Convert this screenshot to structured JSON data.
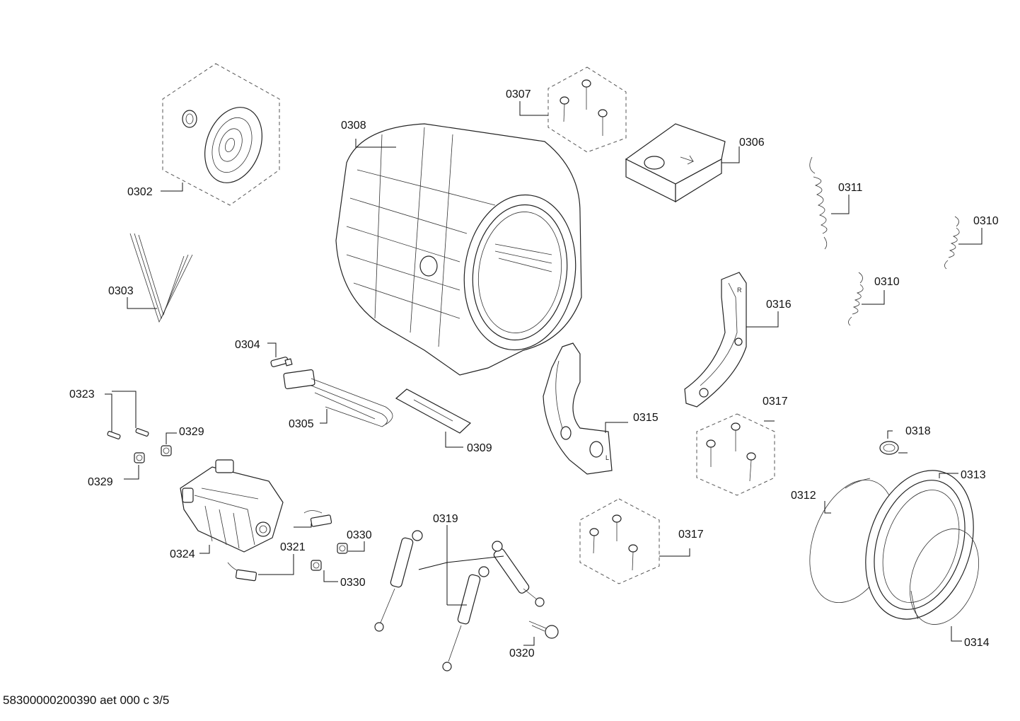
{
  "labels": {
    "p0302": "0302",
    "p0303": "0303",
    "p0304": "0304",
    "p0305": "0305",
    "p0306": "0306",
    "p0307": "0307",
    "p0308": "0308",
    "p0309": "0309",
    "p0310a": "0310",
    "p0310b": "0310",
    "p0311": "0311",
    "p0312": "0312",
    "p0313": "0313",
    "p0314": "0314",
    "p0315": "0315",
    "p0316": "0316",
    "p0317a": "0317",
    "p0317b": "0317",
    "p0318": "0318",
    "p0319": "0319",
    "p0320": "0320",
    "p0321": "0321",
    "p0323": "0323",
    "p0324": "0324",
    "p0329a": "0329",
    "p0329b": "0329",
    "p0330a": "0330",
    "p0330b": "0330"
  },
  "footer": "58300000200390 aet 000 c 3/5"
}
